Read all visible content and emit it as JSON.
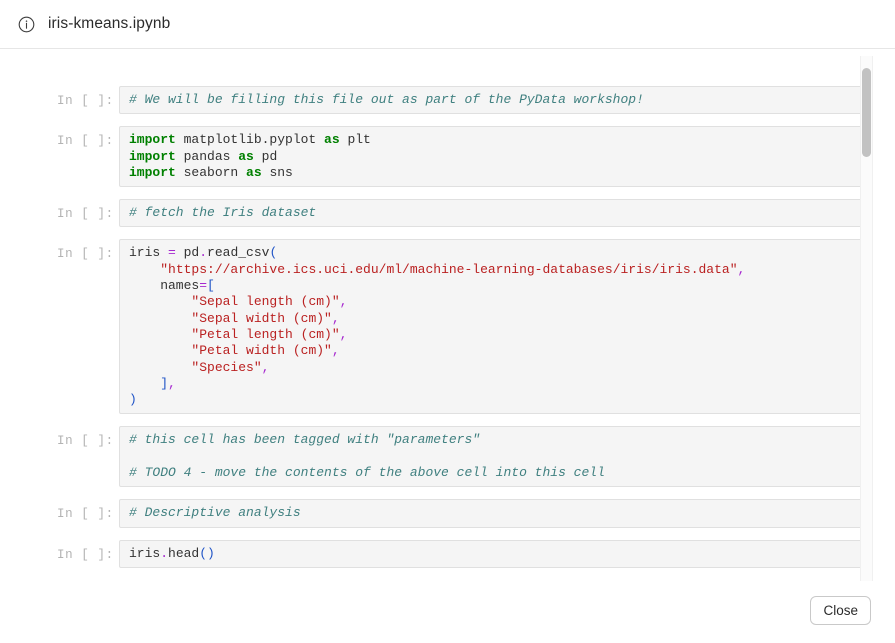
{
  "header": {
    "icon": "info-circle-icon",
    "title": "iris-kmeans.ipynb"
  },
  "notebook": {
    "prompt_label": "In [ ]:",
    "cells": [
      {
        "id": "cell-intro-comment",
        "lines": [
          [
            {
              "t": "# We will be filling this file out as part of the PyData workshop!",
              "c": "tok-comment"
            }
          ]
        ]
      },
      {
        "id": "cell-imports",
        "lines": [
          [
            {
              "t": "import",
              "c": "tok-keyword"
            },
            {
              "t": " matplotlib.pyplot ",
              "c": "tok-name"
            },
            {
              "t": "as",
              "c": "tok-keyword"
            },
            {
              "t": " plt",
              "c": "tok-name"
            }
          ],
          [
            {
              "t": "import",
              "c": "tok-keyword"
            },
            {
              "t": " pandas ",
              "c": "tok-name"
            },
            {
              "t": "as",
              "c": "tok-keyword"
            },
            {
              "t": " pd",
              "c": "tok-name"
            }
          ],
          [
            {
              "t": "import",
              "c": "tok-keyword"
            },
            {
              "t": " seaborn ",
              "c": "tok-name"
            },
            {
              "t": "as",
              "c": "tok-keyword"
            },
            {
              "t": " sns",
              "c": "tok-name"
            }
          ]
        ]
      },
      {
        "id": "cell-fetch-comment",
        "lines": [
          [
            {
              "t": "# fetch the Iris dataset",
              "c": "tok-comment"
            }
          ]
        ]
      },
      {
        "id": "cell-read-csv",
        "lines": [
          [
            {
              "t": "iris ",
              "c": "tok-name"
            },
            {
              "t": "=",
              "c": "tok-punct"
            },
            {
              "t": " pd",
              "c": "tok-name"
            },
            {
              "t": ".",
              "c": "tok-punct"
            },
            {
              "t": "read_csv",
              "c": "tok-name"
            },
            {
              "t": "(",
              "c": "tok-paren"
            }
          ],
          [
            {
              "t": "    ",
              "c": "tok-name"
            },
            {
              "t": "\"https://archive.ics.uci.edu/ml/machine-learning-databases/iris/iris.data\"",
              "c": "tok-string"
            },
            {
              "t": ",",
              "c": "tok-punct"
            }
          ],
          [
            {
              "t": "    names",
              "c": "tok-name"
            },
            {
              "t": "=",
              "c": "tok-punct"
            },
            {
              "t": "[",
              "c": "tok-paren"
            }
          ],
          [
            {
              "t": "        ",
              "c": "tok-name"
            },
            {
              "t": "\"Sepal length (cm)\"",
              "c": "tok-string"
            },
            {
              "t": ",",
              "c": "tok-punct"
            }
          ],
          [
            {
              "t": "        ",
              "c": "tok-name"
            },
            {
              "t": "\"Sepal width (cm)\"",
              "c": "tok-string"
            },
            {
              "t": ",",
              "c": "tok-punct"
            }
          ],
          [
            {
              "t": "        ",
              "c": "tok-name"
            },
            {
              "t": "\"Petal length (cm)\"",
              "c": "tok-string"
            },
            {
              "t": ",",
              "c": "tok-punct"
            }
          ],
          [
            {
              "t": "        ",
              "c": "tok-name"
            },
            {
              "t": "\"Petal width (cm)\"",
              "c": "tok-string"
            },
            {
              "t": ",",
              "c": "tok-punct"
            }
          ],
          [
            {
              "t": "        ",
              "c": "tok-name"
            },
            {
              "t": "\"Species\"",
              "c": "tok-string"
            },
            {
              "t": ",",
              "c": "tok-punct"
            }
          ],
          [
            {
              "t": "    ",
              "c": "tok-name"
            },
            {
              "t": "]",
              "c": "tok-paren"
            },
            {
              "t": ",",
              "c": "tok-punct"
            }
          ],
          [
            {
              "t": ")",
              "c": "tok-paren"
            }
          ]
        ]
      },
      {
        "id": "cell-parameters",
        "lines": [
          [
            {
              "t": "# this cell has been tagged with \"parameters\"",
              "c": "tok-comment"
            }
          ],
          [
            {
              "t": "",
              "c": "tok-name"
            }
          ],
          [
            {
              "t": "# TODO 4 - move the contents of the above cell into this cell",
              "c": "tok-comment"
            }
          ]
        ]
      },
      {
        "id": "cell-descriptive-comment",
        "lines": [
          [
            {
              "t": "# Descriptive analysis",
              "c": "tok-comment"
            }
          ]
        ]
      },
      {
        "id": "cell-iris-head",
        "lines": [
          [
            {
              "t": "iris",
              "c": "tok-name"
            },
            {
              "t": ".",
              "c": "tok-punct"
            },
            {
              "t": "head",
              "c": "tok-name"
            },
            {
              "t": "()",
              "c": "tok-paren"
            }
          ]
        ]
      }
    ]
  },
  "footer": {
    "close_label": "Close"
  },
  "colors": {
    "cell_background": "#f5f5f5",
    "cell_border": "#e0e0e0",
    "prompt": "#b3b3b3",
    "comment": "#408080",
    "keyword": "#008000",
    "string": "#ba2121",
    "punctuation": "#a629cf",
    "paren": "#2155c7",
    "scrollbar_thumb": "#c2c2c2"
  }
}
